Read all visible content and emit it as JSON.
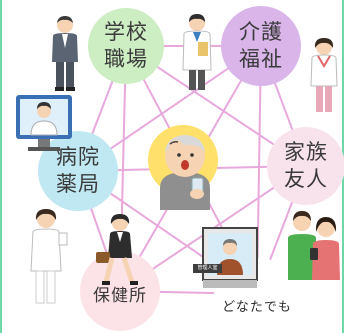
{
  "title": "",
  "nodes": {
    "school": {
      "line1": "学校",
      "line2": "職場"
    },
    "care": {
      "line1": "介護",
      "line2": "福祉"
    },
    "hospital": {
      "line1": "病院",
      "line2": "薬局"
    },
    "family": {
      "line1": "家族",
      "line2": "友人"
    },
    "health_center": {
      "label": "保健所"
    },
    "anyone": {
      "label": "どなたでも"
    }
  },
  "room_sign": "管理人室",
  "colors": {
    "border": "#6fd6a8",
    "line": "#e8a8dc",
    "school": "#cdeec2",
    "care": "#d9b5ea",
    "hospital": "#bfe8f3",
    "family": "#f8e3ec",
    "health_center": "#fce3e8",
    "center": "#ffe06a"
  },
  "icons": {
    "center": "worried-elderly-person-icon",
    "school": "office-worker-icon",
    "care": "care-worker-icon",
    "hospital": "online-doctor-icon",
    "nurse": "nurse-icon",
    "doctor": "doctor-icon",
    "health_center": "running-businesswoman-icon",
    "anyone": "building-manager-icon",
    "family": "family-couple-icon"
  }
}
